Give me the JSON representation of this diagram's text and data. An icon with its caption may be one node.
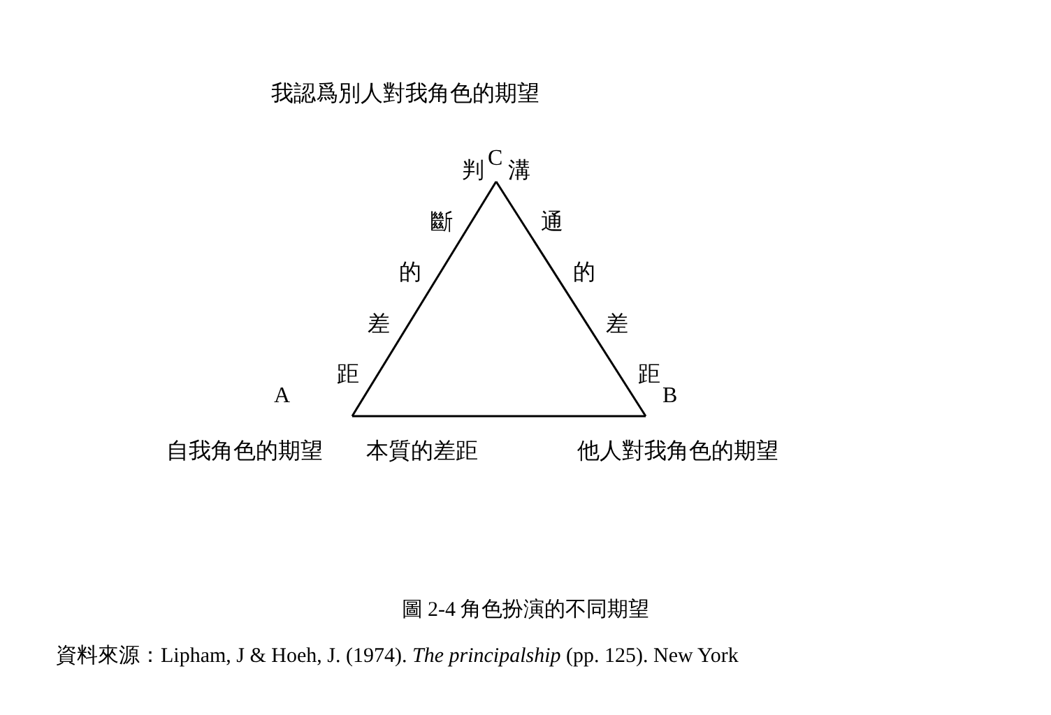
{
  "diagram": {
    "caption": "圖 2-4 角色扮演的不同期望",
    "nodes": [
      {
        "text": [
          "C"
        ],
        "beside": [
          "我認爲別人對我角色的期望"
        ]
      },
      {
        "text": [
          "A"
        ],
        "beside": [
          "自我角色的期望"
        ]
      },
      {
        "text": [
          "B"
        ],
        "beside": [
          "他人對我角色的期望"
        ]
      }
    ],
    "edges": [
      {
        "from": 0,
        "to": 1,
        "arrow": "none",
        "label": "判斷的差距"
      },
      {
        "from": 0,
        "to": 2,
        "arrow": "none",
        "label": "溝通的差距"
      },
      {
        "from": 1,
        "to": 2,
        "arrow": "none",
        "label": "本質的差距"
      }
    ],
    "labels": [
      "資料來源：Lipham, J & Hoeh, J. (1974). *The principalship* (pp. 125). New York"
    ]
  }
}
